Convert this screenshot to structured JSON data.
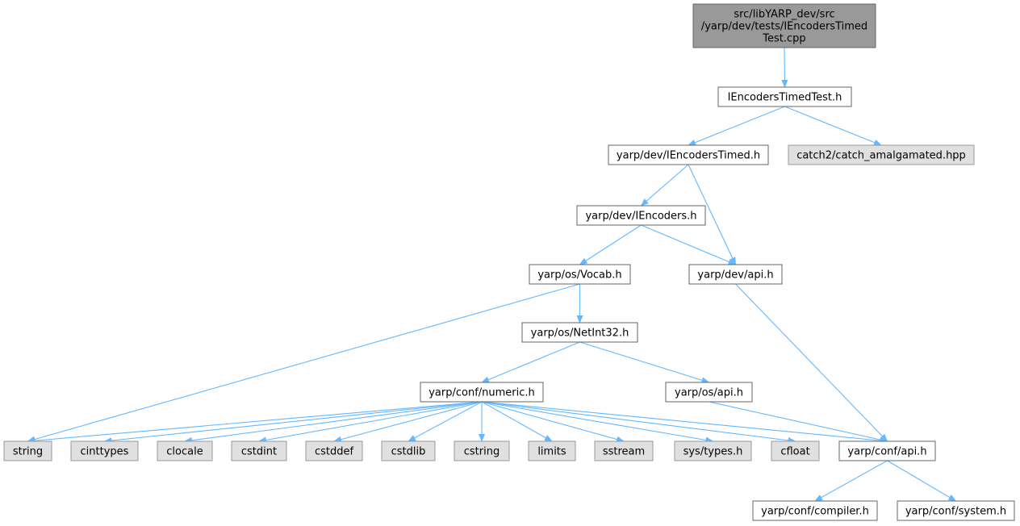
{
  "colors": {
    "edge": "#63b8ff",
    "root_fill": "#999999",
    "root_stroke": "#666666",
    "node_fill": "#ffffff",
    "node_stroke": "#666666",
    "external_fill": "#e0e0e0",
    "external_stroke": "#999999",
    "text": "#000000"
  },
  "nodes": [
    {
      "id": "root",
      "kind": "root",
      "lines": [
        "src/libYARP_dev/src",
        "/yarp/dev/tests/IEncodersTimed",
        "Test.cpp"
      ]
    },
    {
      "id": "iencoderstimedtest",
      "kind": "file",
      "lines": [
        "IEncodersTimedTest.h"
      ]
    },
    {
      "id": "iencoderstimed",
      "kind": "file",
      "lines": [
        "yarp/dev/IEncodersTimed.h"
      ]
    },
    {
      "id": "catch2",
      "kind": "external",
      "lines": [
        "catch2/catch_amalgamated.hpp"
      ]
    },
    {
      "id": "iencoders",
      "kind": "file",
      "lines": [
        "yarp/dev/IEncoders.h"
      ]
    },
    {
      "id": "vocab",
      "kind": "file",
      "lines": [
        "yarp/os/Vocab.h"
      ]
    },
    {
      "id": "devapi",
      "kind": "file",
      "lines": [
        "yarp/dev/api.h"
      ]
    },
    {
      "id": "netint32",
      "kind": "file",
      "lines": [
        "yarp/os/NetInt32.h"
      ]
    },
    {
      "id": "numeric",
      "kind": "file",
      "lines": [
        "yarp/conf/numeric.h"
      ]
    },
    {
      "id": "osapi",
      "kind": "file",
      "lines": [
        "yarp/os/api.h"
      ]
    },
    {
      "id": "string",
      "kind": "external",
      "lines": [
        "string"
      ]
    },
    {
      "id": "cinttypes",
      "kind": "external",
      "lines": [
        "cinttypes"
      ]
    },
    {
      "id": "clocale",
      "kind": "external",
      "lines": [
        "clocale"
      ]
    },
    {
      "id": "cstdint",
      "kind": "external",
      "lines": [
        "cstdint"
      ]
    },
    {
      "id": "cstddef",
      "kind": "external",
      "lines": [
        "cstddef"
      ]
    },
    {
      "id": "cstdlib",
      "kind": "external",
      "lines": [
        "cstdlib"
      ]
    },
    {
      "id": "cstring",
      "kind": "external",
      "lines": [
        "cstring"
      ]
    },
    {
      "id": "limits",
      "kind": "external",
      "lines": [
        "limits"
      ]
    },
    {
      "id": "sstream",
      "kind": "external",
      "lines": [
        "sstream"
      ]
    },
    {
      "id": "systypes",
      "kind": "external",
      "lines": [
        "sys/types.h"
      ]
    },
    {
      "id": "cfloat",
      "kind": "external",
      "lines": [
        "cfloat"
      ]
    },
    {
      "id": "confapi",
      "kind": "file",
      "lines": [
        "yarp/conf/api.h"
      ]
    },
    {
      "id": "compiler",
      "kind": "file",
      "lines": [
        "yarp/conf/compiler.h"
      ]
    },
    {
      "id": "system",
      "kind": "file",
      "lines": [
        "yarp/conf/system.h"
      ]
    }
  ],
  "edges": [
    {
      "from": "root",
      "to": "iencoderstimedtest"
    },
    {
      "from": "iencoderstimedtest",
      "to": "iencoderstimed"
    },
    {
      "from": "iencoderstimedtest",
      "to": "catch2"
    },
    {
      "from": "iencoderstimed",
      "to": "iencoders"
    },
    {
      "from": "iencoderstimed",
      "to": "devapi"
    },
    {
      "from": "iencoders",
      "to": "vocab"
    },
    {
      "from": "iencoders",
      "to": "devapi"
    },
    {
      "from": "vocab",
      "to": "string"
    },
    {
      "from": "vocab",
      "to": "netint32"
    },
    {
      "from": "devapi",
      "to": "confapi"
    },
    {
      "from": "netint32",
      "to": "numeric"
    },
    {
      "from": "netint32",
      "to": "osapi"
    },
    {
      "from": "numeric",
      "to": "string"
    },
    {
      "from": "numeric",
      "to": "cinttypes"
    },
    {
      "from": "numeric",
      "to": "clocale"
    },
    {
      "from": "numeric",
      "to": "cstdint"
    },
    {
      "from": "numeric",
      "to": "cstddef"
    },
    {
      "from": "numeric",
      "to": "cstdlib"
    },
    {
      "from": "numeric",
      "to": "cstring"
    },
    {
      "from": "numeric",
      "to": "limits"
    },
    {
      "from": "numeric",
      "to": "sstream"
    },
    {
      "from": "numeric",
      "to": "systypes"
    },
    {
      "from": "numeric",
      "to": "cfloat"
    },
    {
      "from": "numeric",
      "to": "confapi"
    },
    {
      "from": "osapi",
      "to": "confapi"
    },
    {
      "from": "confapi",
      "to": "compiler"
    },
    {
      "from": "confapi",
      "to": "system"
    }
  ]
}
